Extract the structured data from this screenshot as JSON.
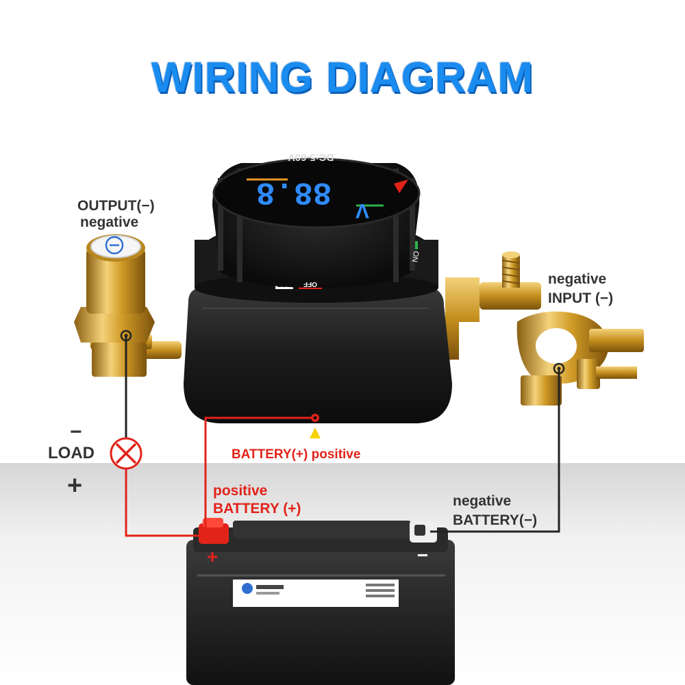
{
  "title": "WIRING DIAGRAM",
  "labels": {
    "output_1": "OUTPUT(−)",
    "output_2": "negative",
    "input_1": "negative",
    "input_2": "INPUT (−)",
    "load": "LOAD",
    "load_minus": "−",
    "load_plus": "+",
    "battery_switch": "BATTERY(+) positive",
    "pos_battery_1": "positive",
    "pos_battery_2": "BATTERY (+)",
    "neg_battery_1": "negative",
    "neg_battery_2": "BATTERY(−)"
  },
  "device": {
    "display_reading": "88.8",
    "display_unit": "V",
    "voltage_range": "DC:5-60V",
    "dial_marks": [
      "ON",
      "OFF",
      "OFF"
    ]
  },
  "battery": {
    "pos_mark": "+",
    "neg_mark": "−"
  },
  "colors": {
    "title": "#1a8cf0",
    "positive_wire": "#e2231a",
    "negative_wire": "#222222",
    "brass": "#d4a32c",
    "display": "#2f8bff"
  }
}
